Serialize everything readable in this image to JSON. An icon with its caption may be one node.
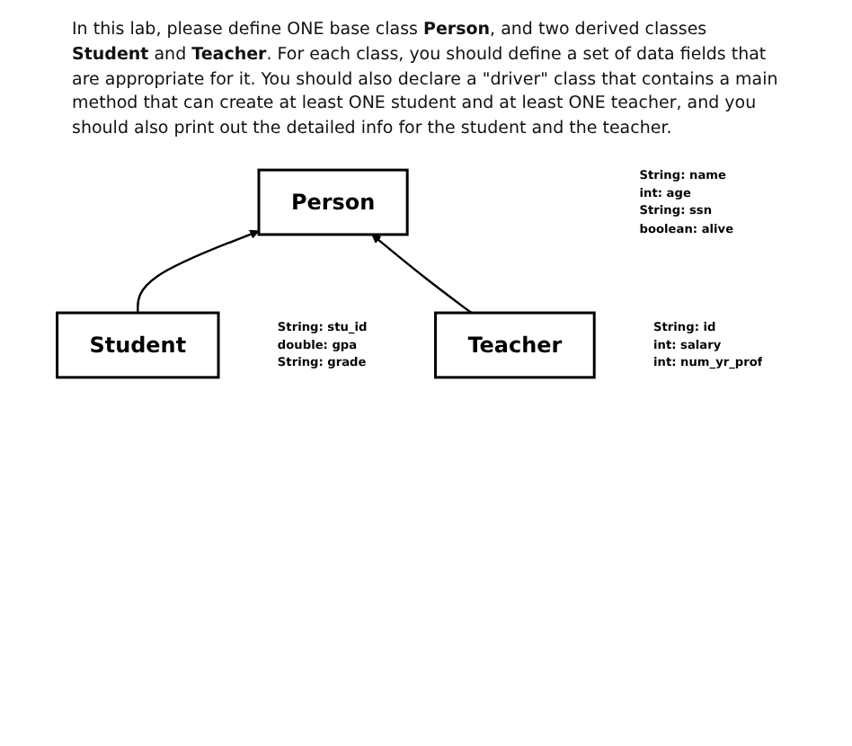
{
  "diagram": {
    "nodes": [
      {
        "text": [
          "Person"
        ],
        "beside": [
          "String: name",
          "int: age",
          "String: ssn",
          "boolean: alive"
        ]
      },
      {
        "text": [
          "Student"
        ],
        "beside": [
          "String: stu_id",
          "double: gpa",
          "String: grade"
        ]
      },
      {
        "text": [
          "Teacher"
        ],
        "beside": [
          "String: id",
          "int: salary",
          "int: num_yr_prof"
        ]
      }
    ],
    "edges": [
      {
        "from": 1,
        "to": 0,
        "arrow": "to"
      },
      {
        "from": 2,
        "to": 0,
        "arrow": "to"
      }
    ],
    "labels": [
      "In this lab, please define ONE base class **Person**, and two derived classes **Student** and **Teacher**. For each class, you should define a set of data fields that are appropriate for it. You should also declare a \"driver\" class that contains a main method that can create at least ONE student and at least ONE teacher, and you should also print out the detailed info for the student and the teacher."
    ]
  }
}
